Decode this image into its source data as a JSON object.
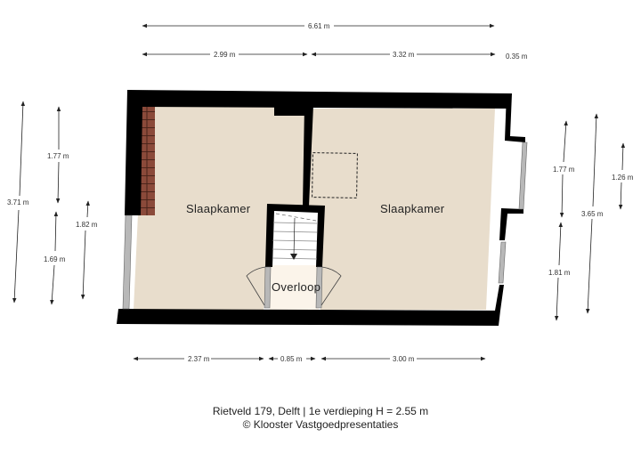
{
  "plan": {
    "colors": {
      "wall": "#000000",
      "room_floor": "#e8ddcc",
      "landing_floor": "#fbf4ea",
      "brick": "#8b4a3a",
      "window": "#b8b8b8",
      "dim_line": "#222222"
    },
    "rooms": [
      {
        "id": "slaapkamer-left",
        "label": "Slaapkamer"
      },
      {
        "id": "slaapkamer-right",
        "label": "Slaapkamer"
      },
      {
        "id": "overloop",
        "label": "Overloop"
      }
    ],
    "dimensions": {
      "top_total": "6.61 m",
      "top_left": "2.99 m",
      "top_right": "3.32 m",
      "top_extra": "0.35 m",
      "left_total": "3.71 m",
      "left_upper": "1.77 m",
      "left_lower": "1.69 m",
      "left_inner": "1.82 m",
      "right_upper": "1.77 m",
      "right_lower": "1.81 m",
      "right_total": "3.65 m",
      "right_bay": "1.26 m",
      "bottom_left": "2.37 m",
      "bottom_mid": "0.85 m",
      "bottom_right": "3.00 m"
    }
  },
  "caption": {
    "line1": "Rietveld 179, Delft | 1e verdieping  H = 2.55 m",
    "line2": "© Klooster Vastgoedpresentaties"
  }
}
